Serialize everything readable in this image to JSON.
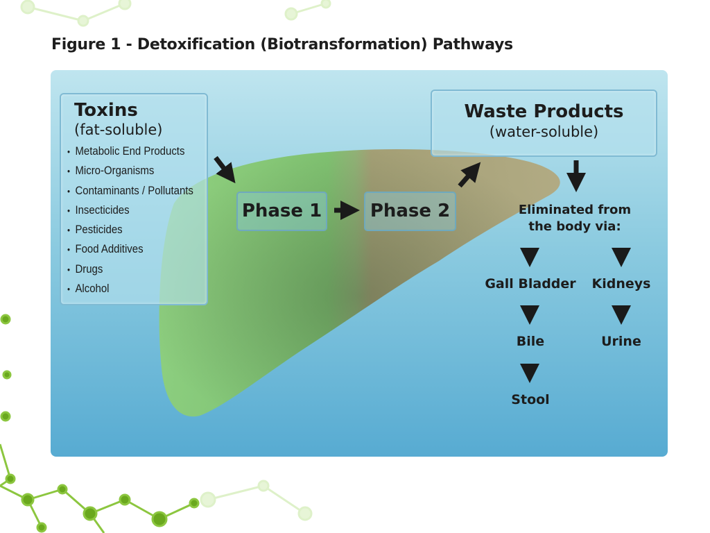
{
  "title": "Figure 1 - Detoxification (Biotransformation) Pathways",
  "toxins": {
    "title": "Toxins",
    "subtitle": "(fat-soluble)",
    "items": [
      "Metabolic End Products",
      "Micro-Organisms",
      "Contaminants / Pollutants",
      "Insecticides",
      "Pesticides",
      "Food Additives",
      "Drugs",
      "Alcohol"
    ]
  },
  "waste": {
    "title": "Waste Products",
    "subtitle": "(water-soluble)"
  },
  "phases": {
    "phase1": "Phase 1",
    "phase2": "Phase 2"
  },
  "elimination": {
    "line1": "Eliminated from",
    "line2": "the body via:",
    "gall_bladder": "Gall Bladder",
    "kidneys": "Kidneys",
    "bile": "Bile",
    "urine": "Urine",
    "stool": "Stool"
  },
  "colors": {
    "liver_green": "#7cc46a",
    "liver_olive": "#9f9568",
    "background_top": "#bfe5ef",
    "background_bottom": "#57abd2",
    "arrow": "#1a1a1a"
  }
}
